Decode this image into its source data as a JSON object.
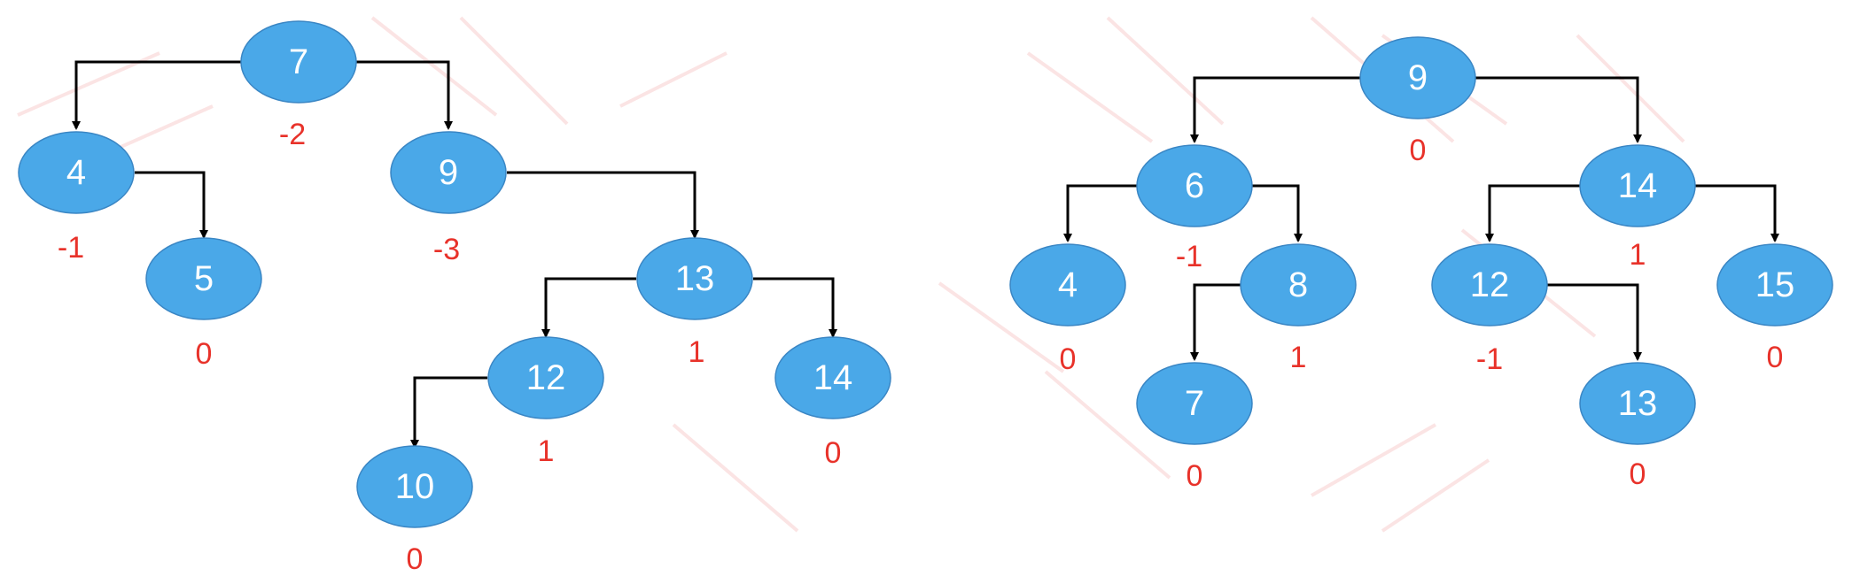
{
  "diagram": {
    "trees": [
      {
        "id": "left",
        "nodes": [
          {
            "id": "n7",
            "value": "7",
            "bf": "-2"
          },
          {
            "id": "n4",
            "value": "4",
            "bf": "-1"
          },
          {
            "id": "n9",
            "value": "9",
            "bf": "-3"
          },
          {
            "id": "n5",
            "value": "5",
            "bf": "0"
          },
          {
            "id": "n13",
            "value": "13",
            "bf": "1"
          },
          {
            "id": "n12",
            "value": "12",
            "bf": "1"
          },
          {
            "id": "n14",
            "value": "14",
            "bf": "0"
          },
          {
            "id": "n10",
            "value": "10",
            "bf": "0"
          }
        ]
      },
      {
        "id": "right",
        "nodes": [
          {
            "id": "m9",
            "value": "9",
            "bf": "0"
          },
          {
            "id": "m6",
            "value": "6",
            "bf": "-1"
          },
          {
            "id": "m14",
            "value": "14",
            "bf": "1"
          },
          {
            "id": "m4",
            "value": "4",
            "bf": "0"
          },
          {
            "id": "m8",
            "value": "8",
            "bf": "1"
          },
          {
            "id": "m7",
            "value": "7",
            "bf": "0"
          },
          {
            "id": "m12",
            "value": "12",
            "bf": "-1"
          },
          {
            "id": "m15",
            "value": "15",
            "bf": "0"
          },
          {
            "id": "m13",
            "value": "13",
            "bf": "0"
          }
        ]
      }
    ],
    "colors": {
      "node_fill": "#4aa8e8",
      "node_text": "#ffffff",
      "balance_factor": "#e8322a",
      "edge": "#000000"
    }
  }
}
